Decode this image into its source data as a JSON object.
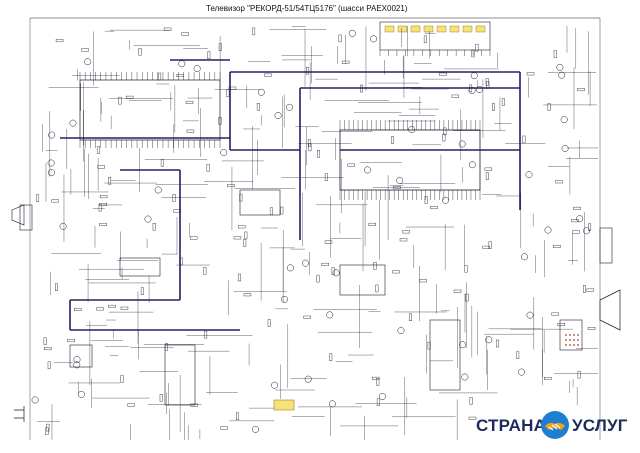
{
  "title": "Телевизор \"РЕКОРД-51/54ТЦ5176\" (шасси PAEX0021)",
  "logo": {
    "left_word": "СТРАНА",
    "right_word": "УСЛУГ",
    "icon": "handshake-icon",
    "colors": {
      "text": "#1f2a5c",
      "circle": "#1e7fd0",
      "hands": "#f2a21b"
    }
  },
  "colors": {
    "line": "#1a1a2e",
    "bus": "#222266",
    "accent_red": "#c0392b",
    "highlight_yellow": "#f5e27a"
  }
}
